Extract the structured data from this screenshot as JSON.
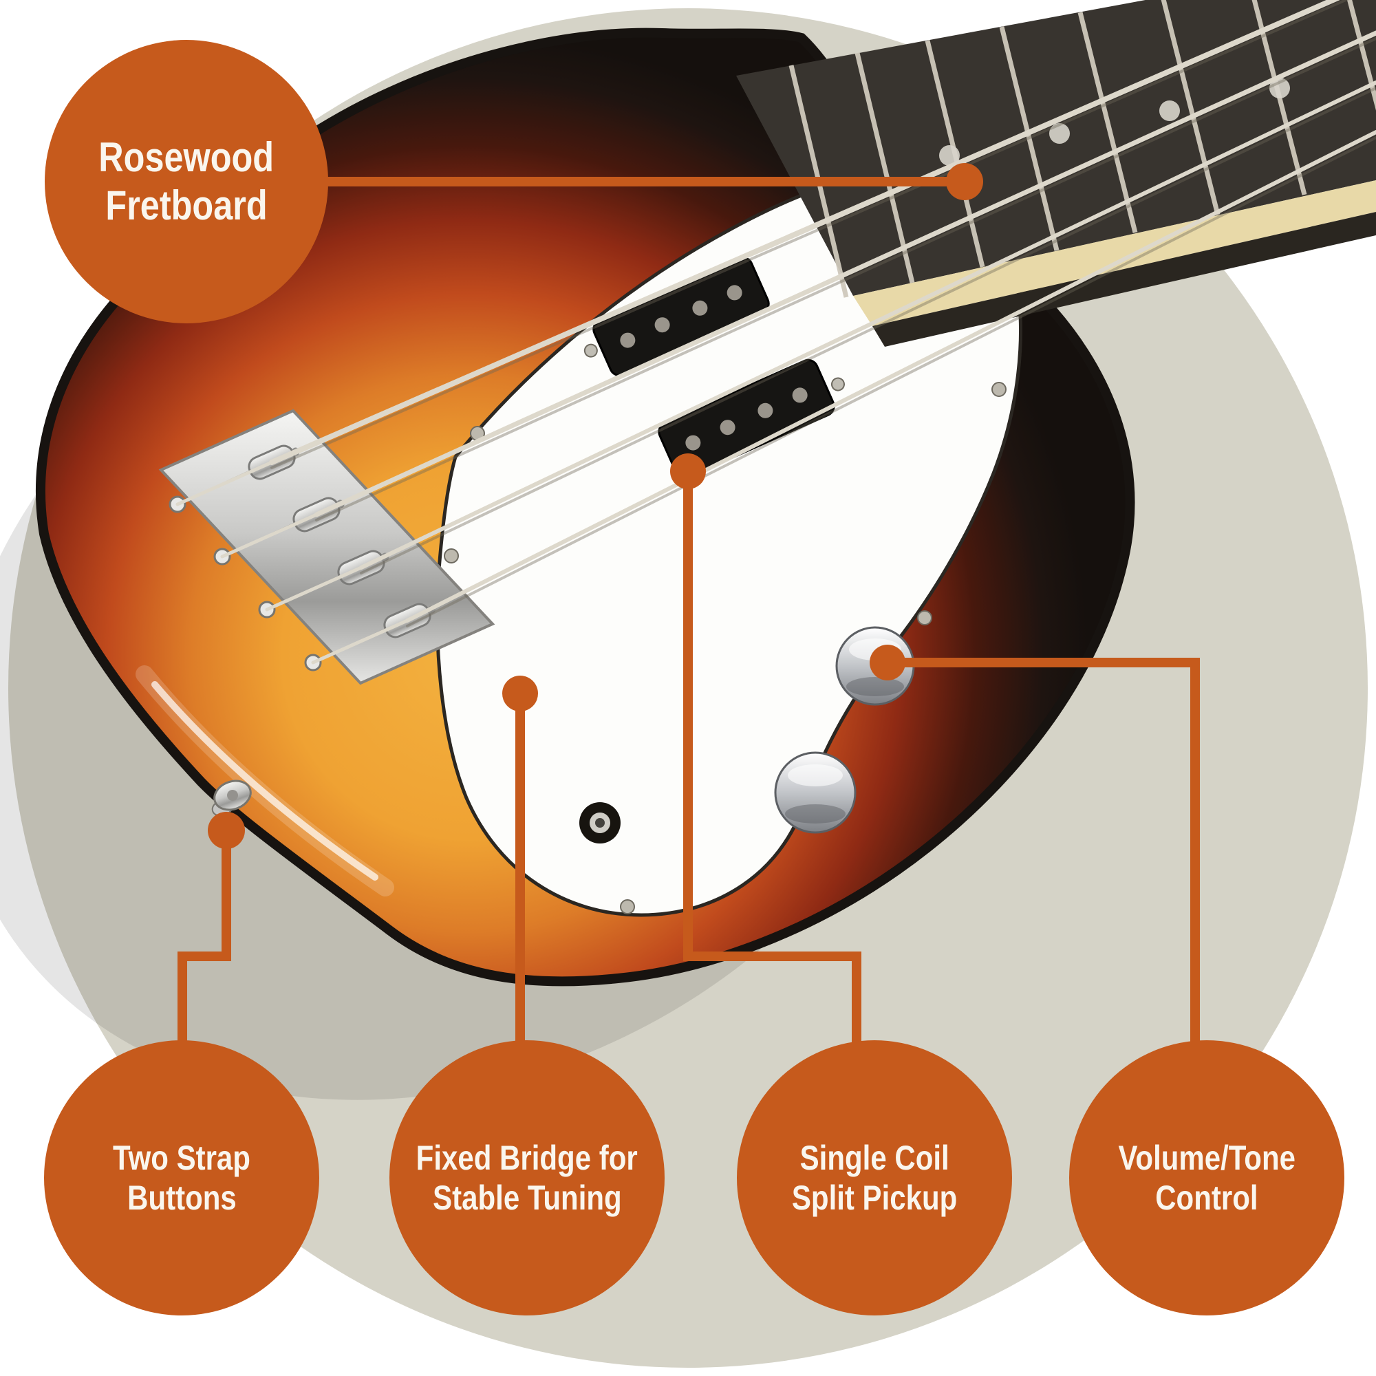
{
  "colors": {
    "accent": "#C65A1C",
    "canvas": "#FFFFFF",
    "disc": "#D5D3C7",
    "label": "#FAF6EE"
  },
  "callouts": [
    {
      "id": "rosewood-fretboard",
      "line1": "Rosewood",
      "line2": "Fretboard",
      "label": "Rosewood Fretboard"
    },
    {
      "id": "two-strap-buttons",
      "line1": "Two Strap",
      "line2": "Buttons",
      "label": "Two Strap Buttons"
    },
    {
      "id": "fixed-bridge",
      "line1": "Fixed Bridge for",
      "line2": "Stable Tuning",
      "label": "Fixed Bridge for Stable Tuning"
    },
    {
      "id": "split-pickup",
      "line1": "Single Coil",
      "line2": "Split Pickup",
      "label": "Single Coil Split Pickup"
    },
    {
      "id": "volume-tone",
      "line1": "Volume/Tone",
      "line2": "Control",
      "label": "Volume/Tone Control"
    }
  ],
  "illustration": {
    "subject": "sunburst-precision-bass-guitar",
    "palette": {
      "burst_core": "#F3B13F",
      "burst_mid": "#C14B1D",
      "burst_edge": "#15100D",
      "pickguard": "#FDFDFB",
      "fretboard": "#38342F",
      "hardware_chrome": "#D9D9D9",
      "pickup_black": "#161513"
    }
  }
}
